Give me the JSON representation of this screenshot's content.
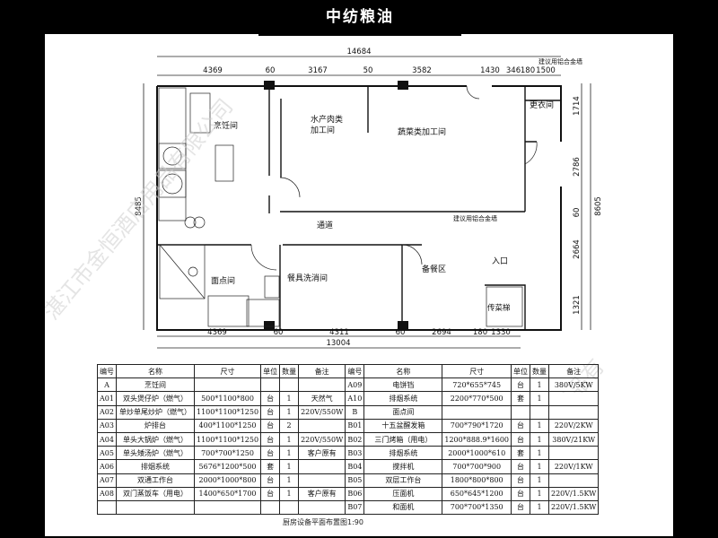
{
  "title": "中纺粮油",
  "dimensions": {
    "top_total": "14684",
    "top_segments": [
      "4369",
      "60",
      "3167",
      "50",
      "3582",
      "1430",
      "346",
      "180",
      "1500"
    ],
    "bottom_total": "13004",
    "bottom_segments": [
      "4369",
      "60",
      "4311",
      "60",
      "2694",
      "180",
      "1330"
    ],
    "left_total": "8485",
    "right_total": "8605",
    "right_segments": [
      "1714",
      "2786",
      "60",
      "2664",
      "1321"
    ]
  },
  "rooms": {
    "cooking": "烹饪间",
    "aquatic_1": "水产肉类",
    "aquatic_2": "加工间",
    "vegetable": "蔬菜类加工间",
    "locker": "更衣间",
    "corridor": "通道",
    "pastry": "面点间",
    "dishwash": "餐具洗消间",
    "prep": "备餐区",
    "entrance": "入口",
    "pass_window": "传菜梯"
  },
  "notes": {
    "top_note": "建议用铝合金墙",
    "mid_note": "建议用铝合金墙"
  },
  "watermark": "湛江市金恒酒店用品有限公司",
  "watermark2": "湛江市金恒酒店用品有",
  "table": {
    "header": [
      "编号",
      "名称",
      "尺寸",
      "单位",
      "数量",
      "备注"
    ],
    "rows": [
      [
        [
          "A",
          "烹饪间",
          "",
          "",
          "",
          ""
        ],
        [
          "A09",
          "电饼铛",
          "720*655*745",
          "台",
          "1",
          "380V/5KW"
        ]
      ],
      [
        [
          "A01",
          "双头煲仔炉（燃气）",
          "500*1100*800",
          "台",
          "1",
          "天然气"
        ],
        [
          "A10",
          "排烟系统",
          "2200*770*500",
          "套",
          "1",
          ""
        ]
      ],
      [
        [
          "A02",
          "单炒单尾炒炉（燃气）",
          "1100*1100*1250",
          "台",
          "1",
          "220V/550W"
        ],
        [
          "B",
          "面点间",
          "",
          "",
          "",
          ""
        ]
      ],
      [
        [
          "A03",
          "炉排台",
          "400*1100*1250",
          "台",
          "2",
          ""
        ],
        [
          "B01",
          "十五盆醒发箱",
          "700*790*1720",
          "台",
          "1",
          "220V/2KW"
        ]
      ],
      [
        [
          "A04",
          "单头大锅炉（燃气）",
          "1100*1100*1250",
          "台",
          "1",
          "220V/550W"
        ],
        [
          "B02",
          "三门烤箱（用电）",
          "1200*888.9*1600",
          "台",
          "1",
          "380V/21KW"
        ]
      ],
      [
        [
          "A05",
          "单头矮汤炉（燃气）",
          "700*700*1250",
          "台",
          "1",
          "客户原有"
        ],
        [
          "B03",
          "排烟系统",
          "2000*1000*610",
          "套",
          "1",
          ""
        ]
      ],
      [
        [
          "A06",
          "排烟系统",
          "5676*1200*500",
          "套",
          "1",
          ""
        ],
        [
          "B04",
          "搅拌机",
          "700*700*900",
          "台",
          "1",
          "220V/1KW"
        ]
      ],
      [
        [
          "A07",
          "双通工作台",
          "2000*1000*800",
          "台",
          "1",
          ""
        ],
        [
          "B05",
          "双层工作台",
          "1800*800*800",
          "台",
          "1",
          ""
        ]
      ],
      [
        [
          "A08",
          "双门蒸饭车（用电）",
          "1400*650*1700",
          "台",
          "1",
          "客户原有"
        ],
        [
          "B06",
          "压面机",
          "650*645*1200",
          "台",
          "1",
          "220V/1.5KW"
        ]
      ],
      [
        [
          "",
          "",
          "",
          "",
          "",
          ""
        ],
        [
          "B07",
          "和面机",
          "700*700*1350",
          "台",
          "1",
          "220V/1.5KW"
        ]
      ]
    ]
  },
  "caption": "厨房设备平面布置图1:90"
}
